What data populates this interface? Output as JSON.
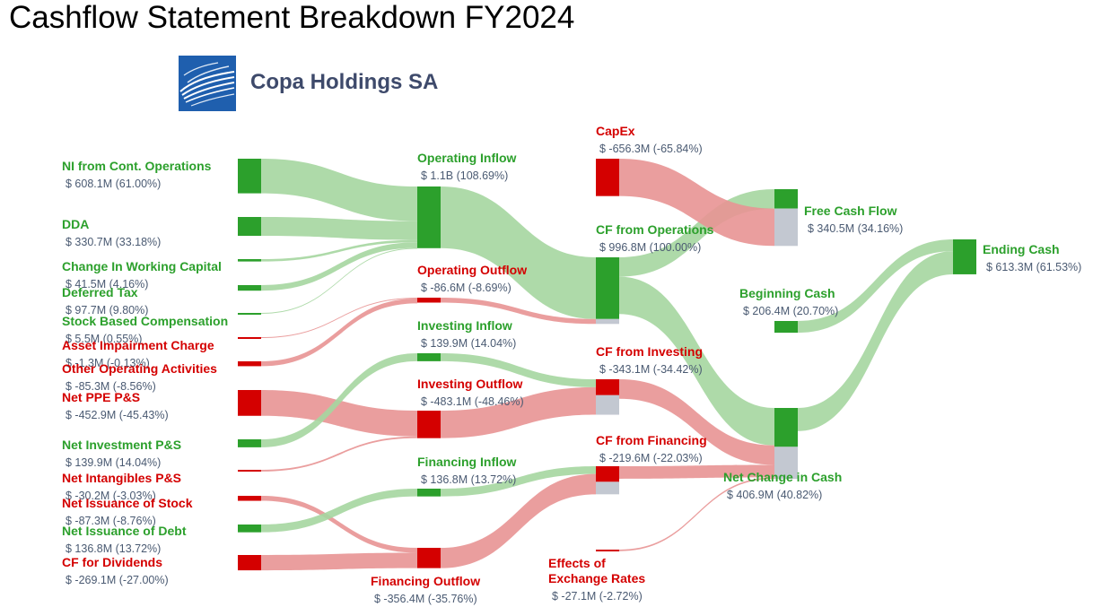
{
  "title": "Cashflow Statement Breakdown FY2024",
  "company": "Copa Holdings SA",
  "colors": {
    "positive": "#2ca02c",
    "negative": "#d40000",
    "neutral": "#c3c8d1",
    "positive_link": "#a5d6a0",
    "negative_link": "#e89393"
  },
  "chart_data": {
    "type": "sankey",
    "title": "Cashflow Statement Breakdown FY2024",
    "nodes": [
      {
        "id": "ni",
        "label": "NI from Cont. Operations",
        "value_text": "$ 608.1M (61.00%)",
        "value": 608.1,
        "sign": "positive"
      },
      {
        "id": "dda",
        "label": "DDA",
        "value_text": "$ 330.7M (33.18%)",
        "value": 330.7,
        "sign": "positive"
      },
      {
        "id": "wc",
        "label": "Change In Working Capital",
        "value_text": "$ 41.5M (4.16%)",
        "value": 41.5,
        "sign": "positive"
      },
      {
        "id": "dt",
        "label": "Deferred Tax",
        "value_text": "$ 97.7M (9.80%)",
        "value": 97.7,
        "sign": "positive"
      },
      {
        "id": "sbc",
        "label": "Stock Based Compensation",
        "value_text": "$ 5.5M (0.55%)",
        "value": 5.5,
        "sign": "positive"
      },
      {
        "id": "aic",
        "label": "Asset Impairment Charge",
        "value_text": "$ -1.3M (-0.13%)",
        "value": -1.3,
        "sign": "negative"
      },
      {
        "id": "ooa",
        "label": "Other Operating Activities",
        "value_text": "$ -85.3M (-8.56%)",
        "value": -85.3,
        "sign": "negative"
      },
      {
        "id": "ppe",
        "label": "Net PPE P&S",
        "value_text": "$ -452.9M (-45.43%)",
        "value": -452.9,
        "sign": "negative"
      },
      {
        "id": "inv",
        "label": "Net Investment P&S",
        "value_text": "$ 139.9M (14.04%)",
        "value": 139.9,
        "sign": "positive"
      },
      {
        "id": "intg",
        "label": "Net Intangibles P&S",
        "value_text": "$ -30.2M (-3.03%)",
        "value": -30.2,
        "sign": "negative"
      },
      {
        "id": "stock",
        "label": "Net Issuance of Stock",
        "value_text": "$ -87.3M (-8.76%)",
        "value": -87.3,
        "sign": "negative"
      },
      {
        "id": "debt",
        "label": "Net Issuance of Debt",
        "value_text": "$ 136.8M (13.72%)",
        "value": 136.8,
        "sign": "positive"
      },
      {
        "id": "div",
        "label": "CF for Dividends",
        "value_text": "$ -269.1M (-27.00%)",
        "value": -269.1,
        "sign": "negative"
      },
      {
        "id": "opin",
        "label": "Operating Inflow",
        "value_text": "$ 1.1B (108.69%)",
        "value": 1083.5,
        "sign": "positive"
      },
      {
        "id": "opout",
        "label": "Operating Outflow",
        "value_text": "$ -86.6M (-8.69%)",
        "value": -86.6,
        "sign": "negative"
      },
      {
        "id": "invin",
        "label": "Investing Inflow",
        "value_text": "$ 139.9M (14.04%)",
        "value": 139.9,
        "sign": "positive"
      },
      {
        "id": "invout",
        "label": "Investing Outflow",
        "value_text": "$ -483.1M (-48.46%)",
        "value": -483.1,
        "sign": "negative"
      },
      {
        "id": "finin",
        "label": "Financing Inflow",
        "value_text": "$ 136.8M (13.72%)",
        "value": 136.8,
        "sign": "positive"
      },
      {
        "id": "finout",
        "label": "Financing Outflow",
        "value_text": "$ -356.4M (-35.76%)",
        "value": -356.4,
        "sign": "negative"
      },
      {
        "id": "capex",
        "label": "CapEx",
        "value_text": "$ -656.3M (-65.84%)",
        "value": -656.3,
        "sign": "negative"
      },
      {
        "id": "cfo",
        "label": "CF from Operations",
        "value_text": "$ 996.8M (100.00%)",
        "value": 996.8,
        "sign": "positive"
      },
      {
        "id": "cfi",
        "label": "CF from Investing",
        "value_text": "$ -343.1M (-34.42%)",
        "value": -343.1,
        "sign": "negative"
      },
      {
        "id": "cff",
        "label": "CF from Financing",
        "value_text": "$ -219.6M (-22.03%)",
        "value": -219.6,
        "sign": "negative"
      },
      {
        "id": "fx",
        "label": "Effects of\nExchange Rates",
        "value_text": "$ -27.1M (-2.72%)",
        "value": -27.1,
        "sign": "negative"
      },
      {
        "id": "fcf",
        "label": "Free Cash Flow",
        "value_text": "$ 340.5M (34.16%)",
        "value": 340.5,
        "sign": "positive"
      },
      {
        "id": "bc",
        "label": "Beginning Cash",
        "value_text": "$ 206.4M (20.70%)",
        "value": 206.4,
        "sign": "positive"
      },
      {
        "id": "nc",
        "label": "Net Change in Cash",
        "value_text": "$ 406.9M (40.82%)",
        "value": 406.9,
        "sign": "positive"
      },
      {
        "id": "ec",
        "label": "Ending Cash",
        "value_text": "$ 613.3M (61.53%)",
        "value": 613.3,
        "sign": "positive"
      }
    ],
    "links": [
      {
        "source": "ni",
        "target": "opin",
        "value": 608.1,
        "sign": "positive"
      },
      {
        "source": "dda",
        "target": "opin",
        "value": 330.7,
        "sign": "positive"
      },
      {
        "source": "wc",
        "target": "opin",
        "value": 41.5,
        "sign": "positive"
      },
      {
        "source": "dt",
        "target": "opin",
        "value": 97.7,
        "sign": "positive"
      },
      {
        "source": "sbc",
        "target": "opin",
        "value": 5.5,
        "sign": "positive"
      },
      {
        "source": "aic",
        "target": "opout",
        "value": 1.3,
        "sign": "negative"
      },
      {
        "source": "ooa",
        "target": "opout",
        "value": 85.3,
        "sign": "negative"
      },
      {
        "source": "ppe",
        "target": "invout",
        "value": 452.9,
        "sign": "negative"
      },
      {
        "source": "inv",
        "target": "invin",
        "value": 139.9,
        "sign": "positive"
      },
      {
        "source": "intg",
        "target": "invout",
        "value": 30.2,
        "sign": "negative"
      },
      {
        "source": "stock",
        "target": "finout",
        "value": 87.3,
        "sign": "negative"
      },
      {
        "source": "debt",
        "target": "finin",
        "value": 136.8,
        "sign": "positive"
      },
      {
        "source": "div",
        "target": "finout",
        "value": 269.1,
        "sign": "negative"
      },
      {
        "source": "opin",
        "target": "cfo",
        "value": 1083.5,
        "sign": "positive"
      },
      {
        "source": "opout",
        "target": "cfo",
        "value": 86.6,
        "sign": "negative"
      },
      {
        "source": "invin",
        "target": "cfi",
        "value": 139.9,
        "sign": "positive"
      },
      {
        "source": "invout",
        "target": "cfi",
        "value": 483.1,
        "sign": "negative"
      },
      {
        "source": "finin",
        "target": "cff",
        "value": 136.8,
        "sign": "positive"
      },
      {
        "source": "finout",
        "target": "cff",
        "value": 356.4,
        "sign": "negative"
      },
      {
        "source": "cfo",
        "target": "fcf",
        "value": 340.5,
        "sign": "positive"
      },
      {
        "source": "cfo",
        "target": "nc",
        "value": 656.3,
        "sign": "positive"
      },
      {
        "source": "capex",
        "target": "fcf",
        "value": 656.3,
        "sign": "negative"
      },
      {
        "source": "cfi",
        "target": "nc",
        "value": 343.1,
        "sign": "negative"
      },
      {
        "source": "cff",
        "target": "nc",
        "value": 219.6,
        "sign": "negative"
      },
      {
        "source": "fx",
        "target": "nc",
        "value": 27.1,
        "sign": "negative"
      },
      {
        "source": "bc",
        "target": "ec",
        "value": 206.4,
        "sign": "positive"
      },
      {
        "source": "nc",
        "target": "ec",
        "value": 406.9,
        "sign": "positive"
      }
    ]
  }
}
